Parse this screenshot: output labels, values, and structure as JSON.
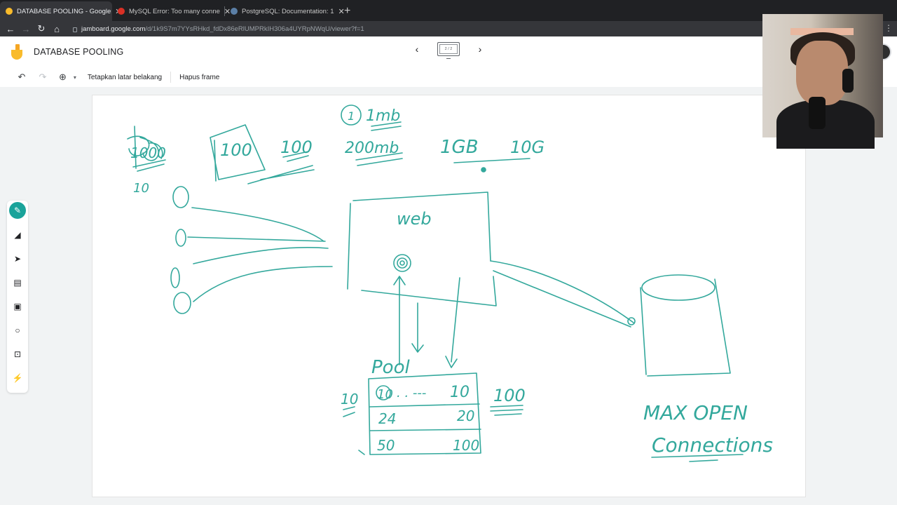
{
  "tabs": [
    {
      "title": "DATABASE POOLING - Google",
      "active": true,
      "favicon_color": "#f9bb2b"
    },
    {
      "title": "MySQL Error: Too many conne",
      "active": false,
      "favicon_color": "#d93025"
    },
    {
      "title": "PostgreSQL: Documentation: 1",
      "active": false,
      "favicon_color": "#5b7fa6"
    }
  ],
  "address": {
    "host": "jamboard.google.com",
    "path": "/d/1k9S7m7YYsRHkd_fdDx86eRlUMPRkIH306a4UYRpNWqU/viewer?f=1"
  },
  "app": {
    "title": "DATABASE POOLING",
    "frame_counter": "2 / 2"
  },
  "toolbar": {
    "set_background": "Tetapkan latar belakang",
    "clear_frame": "Hapus frame"
  },
  "board": {
    "labels": {
      "circled_number": "1",
      "mem_1mb": "1mb",
      "mem_200mb": "200mb",
      "gb": "1GB",
      "g": "10G",
      "k100_box": "100",
      "k100": "100",
      "scribble": "1000",
      "w": "10",
      "web": "web",
      "pool": "Pool",
      "pool_size": "10",
      "pool_max": "100",
      "cell_a": "10",
      "cell_b": "10",
      "cell_c": "24",
      "cell_d": "20",
      "cell_e": "50",
      "cell_f": "100",
      "max_open": "MAX OPEN",
      "connections": "Connections"
    }
  },
  "colors": {
    "ink": "#33a89c",
    "accent": "#1aa39a",
    "chrome_dark": "#202124"
  },
  "icons": {
    "undo": "undo-icon",
    "redo": "redo-icon",
    "zoom": "zoom-icon",
    "pen": "pen-icon",
    "eraser": "eraser-icon",
    "select": "pointer-icon",
    "sticky": "sticky-note-icon",
    "image": "image-icon",
    "shape": "circle-icon",
    "textbox": "text-box-icon",
    "laser": "laser-icon"
  }
}
